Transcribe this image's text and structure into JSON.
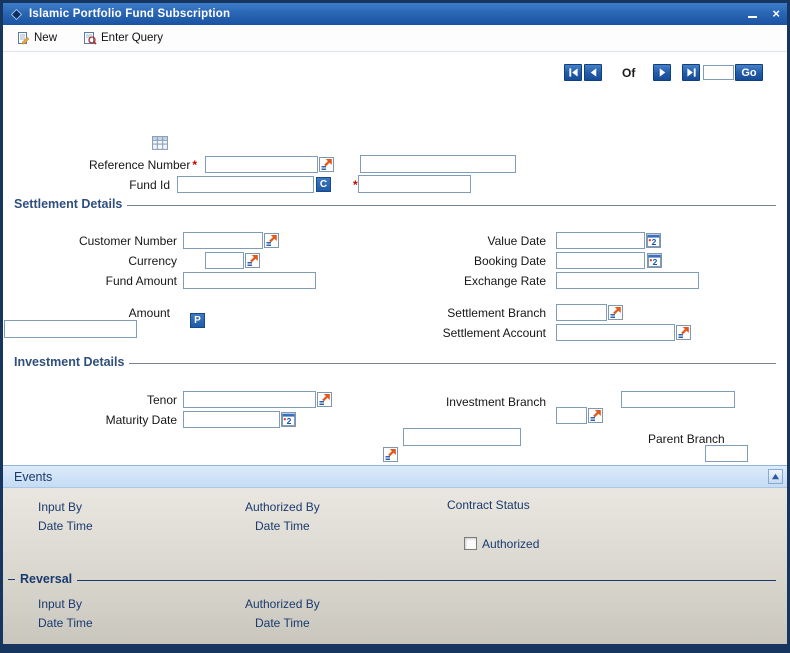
{
  "window": {
    "title": "Islamic Portfolio Fund Subscription",
    "close_glyph": "×"
  },
  "toolbar": {
    "new_label": "New",
    "enter_query_label": "Enter Query"
  },
  "pager": {
    "of_label": "Of",
    "go_label": "Go",
    "page_value": ""
  },
  "header_fields": {
    "reference_number": {
      "label": "Reference Number",
      "required": "*",
      "value": "",
      "desc_value": ""
    },
    "fund_id": {
      "label": "Fund Id",
      "c_button": "C",
      "required": "*",
      "value": "",
      "desc_value": ""
    }
  },
  "settlement": {
    "title": "Settlement Details",
    "customer_number": {
      "label": "Customer Number",
      "value": ""
    },
    "currency": {
      "label": "Currency",
      "value": ""
    },
    "fund_amount": {
      "label": "Fund Amount",
      "value": ""
    },
    "amount": {
      "label": "Amount",
      "p_button": "P",
      "value": ""
    },
    "value_date": {
      "label": "Value Date",
      "value": ""
    },
    "booking_date": {
      "label": "Booking Date",
      "value": ""
    },
    "exchange_rate": {
      "label": "Exchange Rate",
      "value": ""
    },
    "settlement_branch": {
      "label": "Settlement Branch",
      "value": ""
    },
    "settlement_account": {
      "label": "Settlement Account",
      "value": ""
    }
  },
  "investment": {
    "title": "Investment Details",
    "tenor": {
      "label": "Tenor",
      "value": ""
    },
    "maturity_date": {
      "label": "Maturity Date",
      "value": ""
    },
    "investment_branch": {
      "label": "Investment Branch",
      "value": "",
      "code_value": ""
    },
    "fund_value": "",
    "parent_branch": {
      "label": "Parent Branch",
      "value": ""
    }
  },
  "events": {
    "title": "Events"
  },
  "audit": {
    "input_by_label": "Input By",
    "authorized_by_label": "Authorized By",
    "contract_status_label": "Contract Status",
    "date_time_label": "Date Time",
    "authorized_label": "Authorized",
    "authorized_checked": false
  },
  "reversal": {
    "title": "Reversal",
    "input_by_label": "Input By",
    "authorized_by_label": "Authorized By",
    "date_time_label": "Date Time"
  },
  "icons": {
    "diamond": "◆",
    "minimize": "–",
    "close": "×",
    "nav_first": "|◀",
    "nav_prev": "◀",
    "nav_next": "▶",
    "nav_last": "▶|",
    "scroll_up": "▲",
    "lov": "orange-arrow-list",
    "calendar": "calendar-2",
    "new": "new-document",
    "enter_query": "query-document",
    "grid": "grid-table"
  }
}
